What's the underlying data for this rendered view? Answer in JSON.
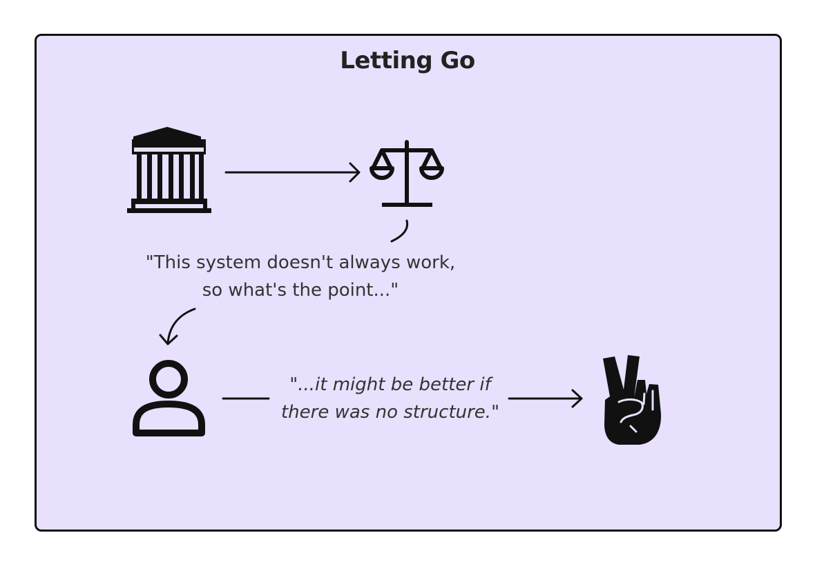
{
  "diagram": {
    "title": "Letting Go",
    "quote_system": {
      "line1": "\"This system doesn't always work,",
      "line2": "so what's the point...\""
    },
    "quote_structure": {
      "line1": "\"...it might be better if",
      "line2": "there was no structure.\""
    },
    "icons": {
      "institution": "institution-icon",
      "justice": "scales-icon",
      "person": "person-icon",
      "peace": "peace-sign-hand-icon"
    },
    "colors": {
      "background": "#e8e0fc",
      "border": "#111111",
      "ink": "#111111"
    }
  }
}
